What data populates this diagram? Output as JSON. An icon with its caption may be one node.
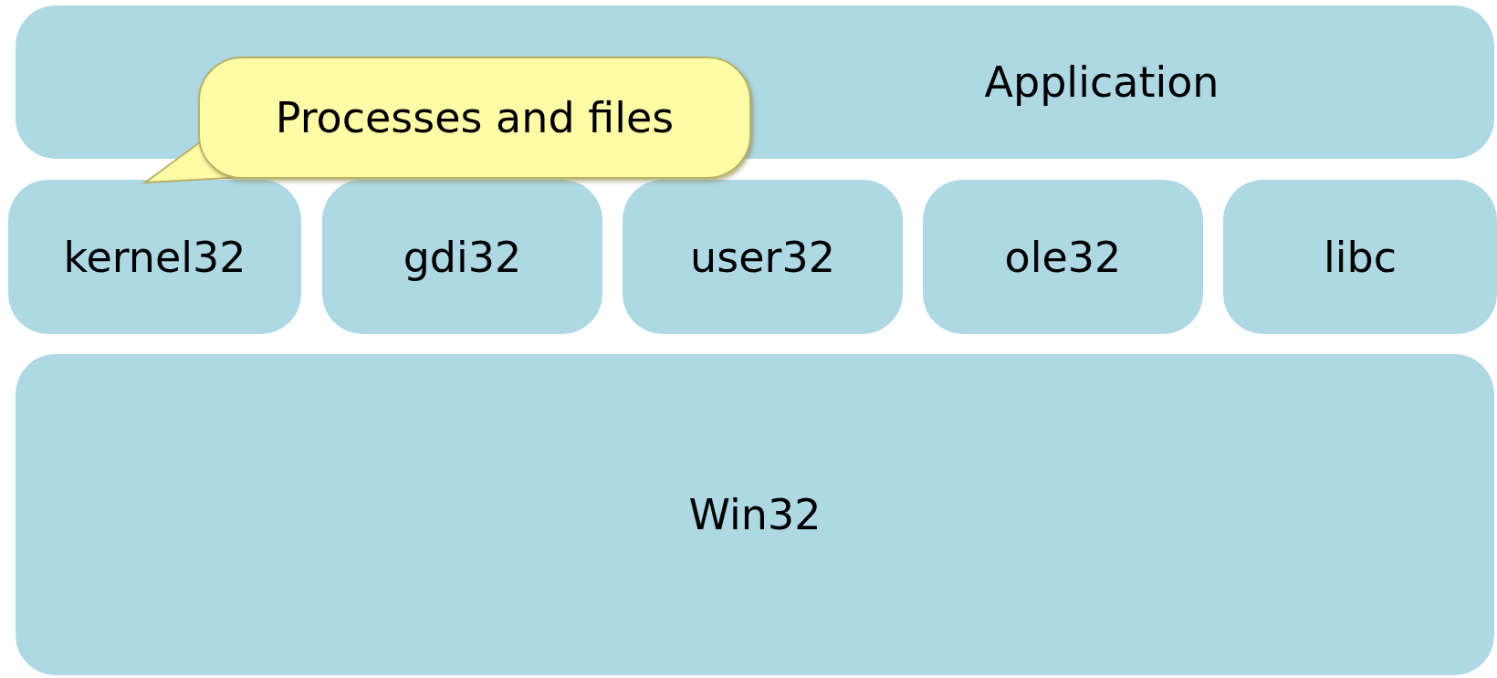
{
  "diagram": {
    "nodes": [
      {
        "text": [
          "Application"
        ]
      },
      {
        "text": [
          "kernel32"
        ]
      },
      {
        "text": [
          "gdi32"
        ]
      },
      {
        "text": [
          "user32"
        ]
      },
      {
        "text": [
          "ole32"
        ]
      },
      {
        "text": [
          "libc"
        ]
      },
      {
        "text": [
          "Win32"
        ]
      },
      {
        "text": [
          "Processes and files"
        ]
      }
    ],
    "edges": [
      {
        "from": 7,
        "to": 1,
        "arrow": "none"
      }
    ]
  }
}
